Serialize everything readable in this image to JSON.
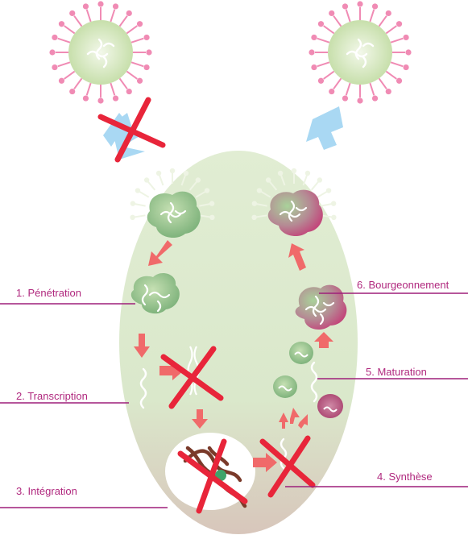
{
  "labels": {
    "penetration": "1. Pénétration",
    "transcription": "2. Transcription",
    "integration": "3. Intégration",
    "synthese": "4. Synthèse",
    "maturation": "5. Maturation",
    "bourgeonnement": "6. Bourgeonnement"
  },
  "colors": {
    "label_text": "#b0287e",
    "label_line": "#9e1f7a",
    "arrow": "#f06a6a",
    "cross": "#e8253a",
    "exit_arrow": "#a9d8f3",
    "cell_top": "#dbe9cc",
    "cell_bottom": "#d8cbbf",
    "spike": "#f08bb4",
    "virion_core": "#cfe3b4"
  },
  "icons": [
    "virus-particle-icon",
    "red-cross-icon",
    "arrow-icon",
    "rna-strand-icon",
    "dna-helix-icon",
    "cell-icon"
  ]
}
